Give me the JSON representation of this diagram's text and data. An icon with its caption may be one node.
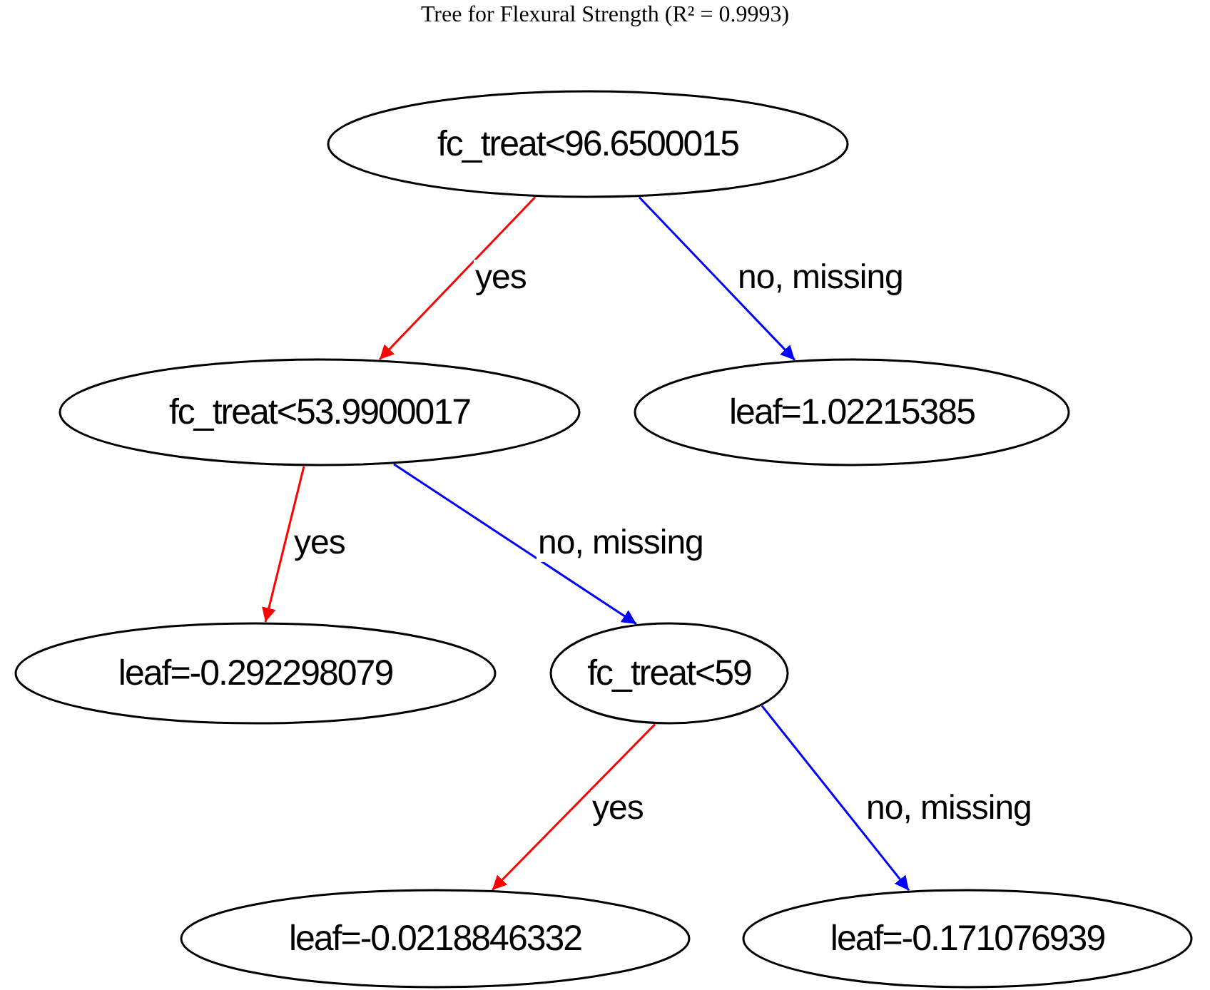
{
  "diagram": {
    "title": "Tree for Flexural Strength (R² = 0.9993)",
    "nodes": [
      {
        "text": [
          "fc_treat<96.6500015"
        ]
      },
      {
        "text": [
          "fc_treat<53.9900017"
        ]
      },
      {
        "text": [
          "leaf=1.02215385"
        ]
      },
      {
        "text": [
          "leaf=-0.292298079"
        ]
      },
      {
        "text": [
          "fc_treat<59"
        ]
      },
      {
        "text": [
          "leaf=-0.0218846332"
        ]
      },
      {
        "text": [
          "leaf=-0.171076939"
        ]
      }
    ],
    "edges": [
      {
        "from": 0,
        "to": 1,
        "arrow": "to",
        "label": "yes",
        "color": "#ff0000"
      },
      {
        "from": 0,
        "to": 2,
        "arrow": "to",
        "label": "no, missing",
        "color": "#0000ff"
      },
      {
        "from": 1,
        "to": 3,
        "arrow": "to",
        "label": "yes",
        "color": "#ff0000"
      },
      {
        "from": 1,
        "to": 4,
        "arrow": "to",
        "label": "no, missing",
        "color": "#0000ff"
      },
      {
        "from": 4,
        "to": 5,
        "arrow": "to",
        "label": "yes",
        "color": "#ff0000"
      },
      {
        "from": 4,
        "to": 6,
        "arrow": "to",
        "label": "no, missing",
        "color": "#0000ff"
      }
    ]
  }
}
